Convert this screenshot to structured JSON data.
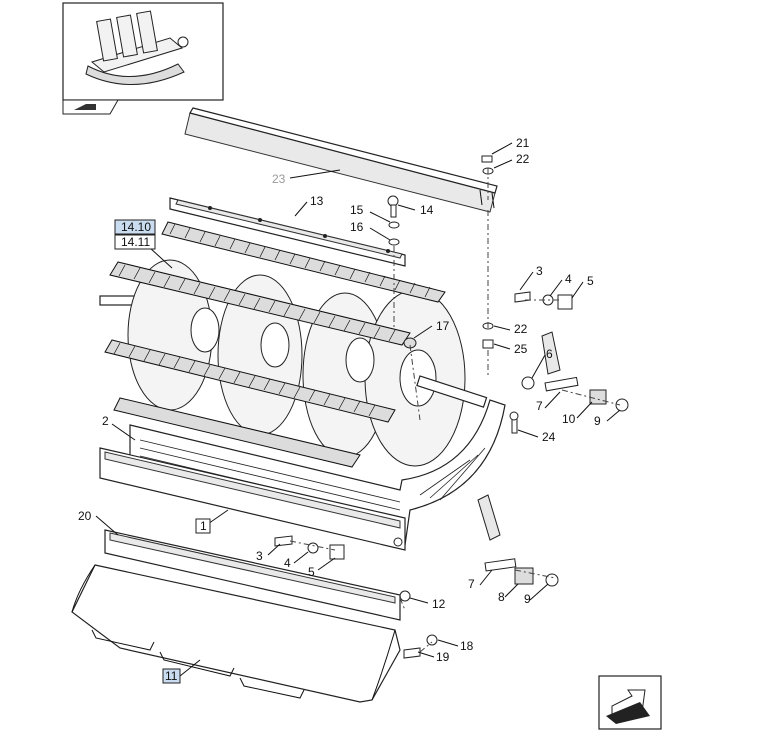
{
  "diagram": {
    "labels": {
      "p21": "21",
      "p22a": "22",
      "p23": "23",
      "p13": "13",
      "p14": "14",
      "p15": "15",
      "p16": "16",
      "ref1410": "14.10",
      "ref1411": "14.11",
      "p3a": "3",
      "p4a": "4",
      "p5a": "5",
      "p17": "17",
      "p22b": "22",
      "p25": "25",
      "p6": "6",
      "p7a": "7",
      "p10": "10",
      "p9a": "9",
      "p24": "24",
      "p2": "2",
      "p1": "1",
      "p20": "20",
      "p3b": "3",
      "p4b": "4",
      "p5b": "5",
      "p7b": "7",
      "p8": "8",
      "p9b": "9",
      "p12": "12",
      "p18": "18",
      "p19": "19",
      "p11": "11"
    },
    "icons": {
      "thumbnail": "assembly-thumbnail-icon",
      "prev": "book-arrow-icon",
      "next": "next-page-arrow-icon"
    },
    "colors": {
      "highlight": "#c9dcf0",
      "ref_grey": "#9a9a9a"
    }
  }
}
